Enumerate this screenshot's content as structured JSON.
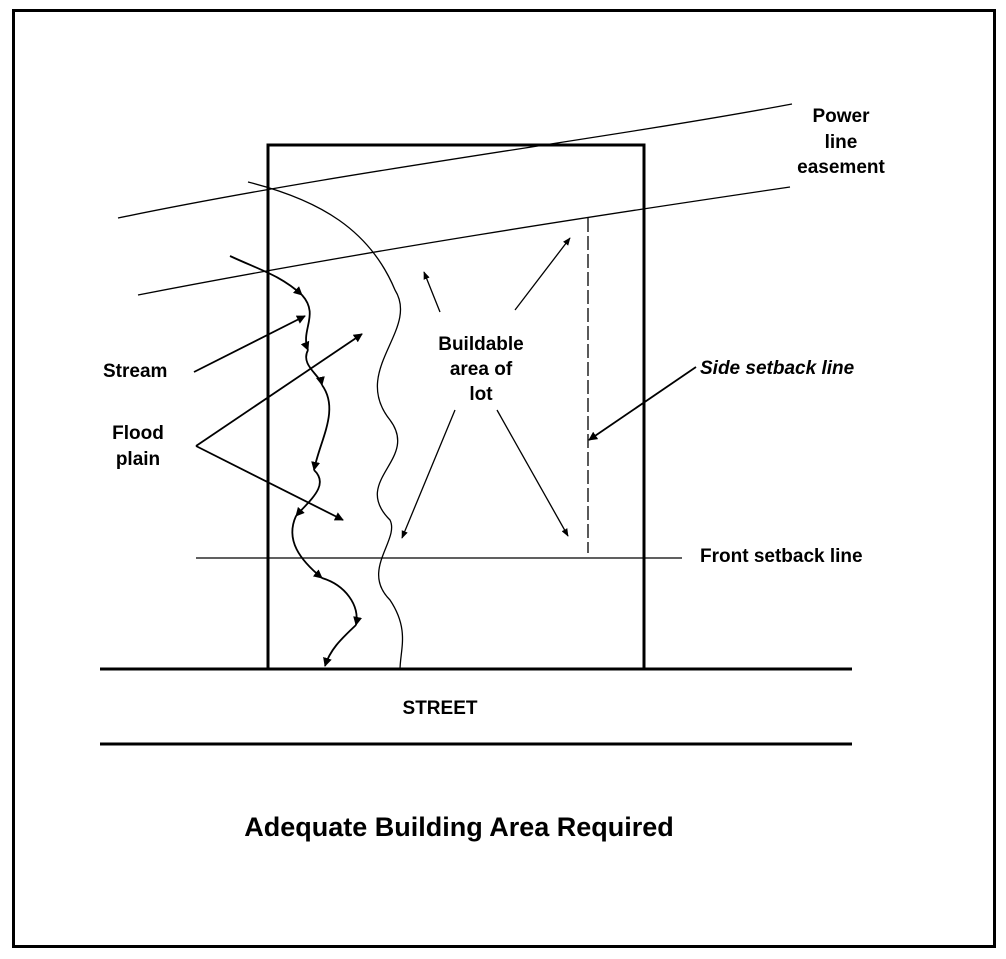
{
  "labels": {
    "power_line_easement": [
      "Power",
      "line",
      "easement"
    ],
    "buildable_area": [
      "Buildable",
      "area of",
      "lot"
    ],
    "stream": "Stream",
    "flood_plain": [
      "Flood",
      "plain"
    ],
    "side_setback_line": "Side setback line",
    "front_setback_line": "Front setback line",
    "street": "STREET"
  },
  "title": "Adequate Building Area Required",
  "colors": {
    "ink": "#000000",
    "background": "#ffffff"
  }
}
